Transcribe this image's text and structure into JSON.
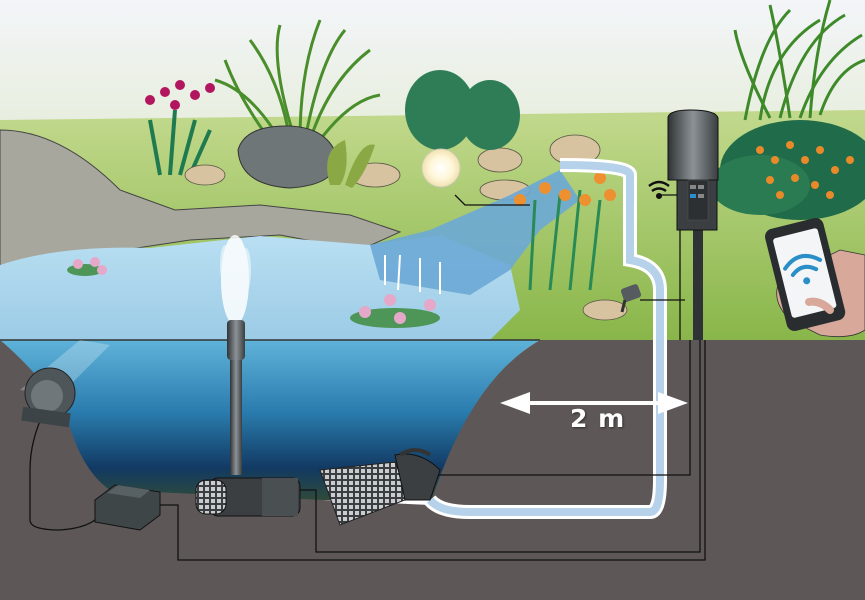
{
  "diagram": {
    "subject": "garden-pond-smart-control-system",
    "distance_label": "2 m",
    "colors": {
      "sky": "#eef1f6",
      "lawn": "#9cc35a",
      "water_surface": "#a9d3ec",
      "water_deep": "#123d63",
      "soil": "#5e5758",
      "hose": "#b5d2ea",
      "wifi": "#2a8fc6",
      "device_dark": "#3b3f42"
    },
    "components": [
      {
        "id": "fountain-pump",
        "icon": "pump-icon"
      },
      {
        "id": "stream-pump",
        "icon": "pump-icon"
      },
      {
        "id": "underwater-spotlight",
        "icon": "spotlight-icon"
      },
      {
        "id": "power-transformer",
        "icon": "transformer-icon"
      },
      {
        "id": "smart-control-unit",
        "icon": "control-unit-icon"
      },
      {
        "id": "garden-spotlight",
        "icon": "spotlight-icon"
      },
      {
        "id": "glow-sphere-lamp",
        "icon": "lamp-icon"
      },
      {
        "id": "smartphone",
        "icon": "wifi-icon"
      }
    ]
  }
}
